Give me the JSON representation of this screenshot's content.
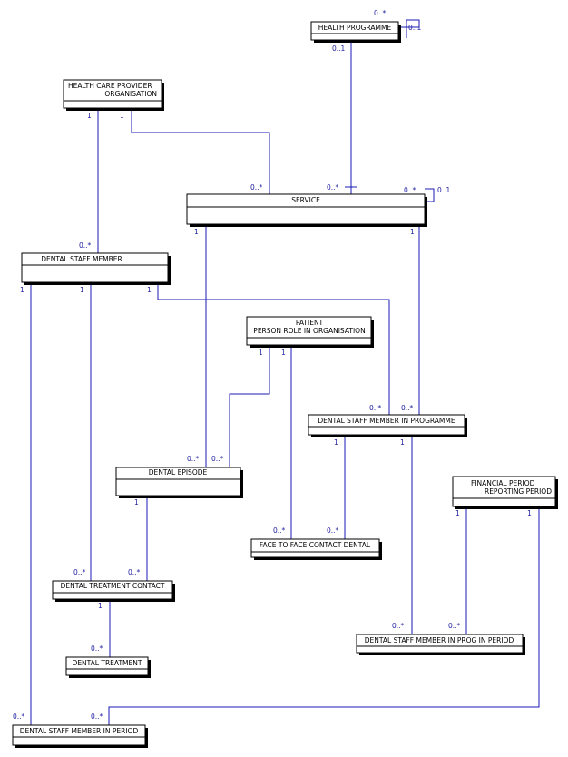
{
  "entities": {
    "health_programme": {
      "lines": [
        "HEALTH PROGRAMME"
      ]
    },
    "health_care_provider": {
      "lines": [
        "HEALTH CARE PROVIDER",
        "ORGANISATION"
      ]
    },
    "service": {
      "lines": [
        "SERVICE"
      ]
    },
    "dental_staff_member": {
      "lines": [
        "DENTAL STAFF MEMBER"
      ]
    },
    "patient": {
      "lines": [
        "PATIENT",
        "PERSON ROLE IN ORGANISATION"
      ]
    },
    "dental_staff_member_in_programme": {
      "lines": [
        "DENTAL STAFF MEMBER IN PROGRAMME"
      ]
    },
    "dental_episode": {
      "lines": [
        "DENTAL EPISODE"
      ]
    },
    "financial_period": {
      "lines": [
        "FINANCIAL PERIOD",
        "REPORTING PERIOD"
      ]
    },
    "face_to_face_contact": {
      "lines": [
        "FACE TO FACE CONTACT DENTAL"
      ]
    },
    "dental_treatment_contact": {
      "lines": [
        "DENTAL TREATMENT CONTACT"
      ]
    },
    "dental_staff_member_in_prog_in_period": {
      "lines": [
        "DENTAL STAFF MEMBER IN PROG IN PERIOD"
      ]
    },
    "dental_treatment": {
      "lines": [
        "DENTAL TREATMENT"
      ]
    },
    "dental_staff_member_in_period": {
      "lines": [
        "DENTAL STAFF MEMBER IN PERIOD"
      ]
    }
  },
  "multiplicities": {
    "hp_self_many": "0..*",
    "hp_self_one": "0..1",
    "hp_to_service": "0..1",
    "hcpo_left": "1",
    "hcpo_right": "1",
    "service_from_hcpo": "0..*",
    "service_from_hp": "0..*",
    "service_self_many": "0..*",
    "service_self_one": "0..1",
    "service_left": "1",
    "service_right": "1",
    "dsm_from_hcpo": "0..*",
    "dsm_one_a": "1",
    "dsm_one_b": "1",
    "dsm_one_c": "1",
    "patient_one_a": "1",
    "patient_one_b": "1",
    "dsmip_many_a": "0..*",
    "dsmip_many_b": "0..*",
    "dsmip_one_a": "1",
    "dsmip_one_b": "1",
    "de_many_a": "0..*",
    "de_many_b": "0..*",
    "de_one": "1",
    "fp_one_a": "1",
    "fp_one_b": "1",
    "f2f_many_a": "0..*",
    "f2f_many_b": "0..*",
    "dtc_many_a": "0..*",
    "dtc_many_b": "0..*",
    "dtc_one": "1",
    "dsmipip_many_a": "0..*",
    "dsmipip_many_b": "0..*",
    "dt_many": "0..*",
    "dsmiper_many_a": "0..*",
    "dsmiper_many_b": "0..*"
  }
}
